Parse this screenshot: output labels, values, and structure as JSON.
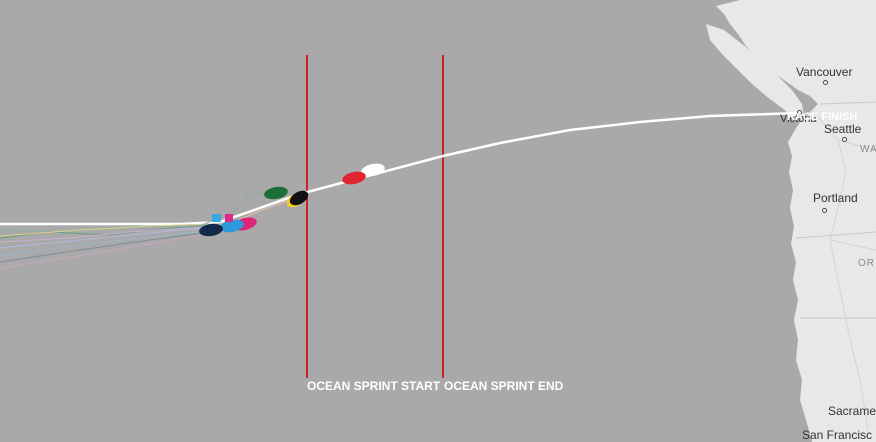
{
  "map": {
    "background_color": "#a9a9a9",
    "land_color": "#e8e8e8",
    "line_color": "#cc2222",
    "track_color": "#ffffff"
  },
  "labels": {
    "finish": "RACE FINISH",
    "sprint_start": "OCEAN SPRINT START",
    "sprint_end": "OCEAN SPRINT END"
  },
  "cities": [
    {
      "name": "Vancouver",
      "key": "vancouver"
    },
    {
      "name": "Victoria",
      "key": "victoria"
    },
    {
      "name": "Seattle",
      "key": "seattle"
    },
    {
      "name": "Portland",
      "key": "portland"
    },
    {
      "name": "Sacrame",
      "key": "sacramento"
    },
    {
      "name": "San Francisc",
      "key": "san-francisco"
    }
  ],
  "regions": [
    {
      "name": "WA",
      "key": "wa"
    },
    {
      "name": "OR",
      "key": "or"
    }
  ],
  "boats": [
    {
      "key": "white",
      "color": "#ffffff"
    },
    {
      "key": "red",
      "color": "#e02530"
    },
    {
      "key": "black",
      "color": "#111111"
    },
    {
      "key": "green",
      "color": "#1e6e3a"
    },
    {
      "key": "pink",
      "color": "#e0267a"
    },
    {
      "key": "cyan",
      "color": "#2a9ad8"
    },
    {
      "key": "navy",
      "color": "#14284a"
    }
  ]
}
